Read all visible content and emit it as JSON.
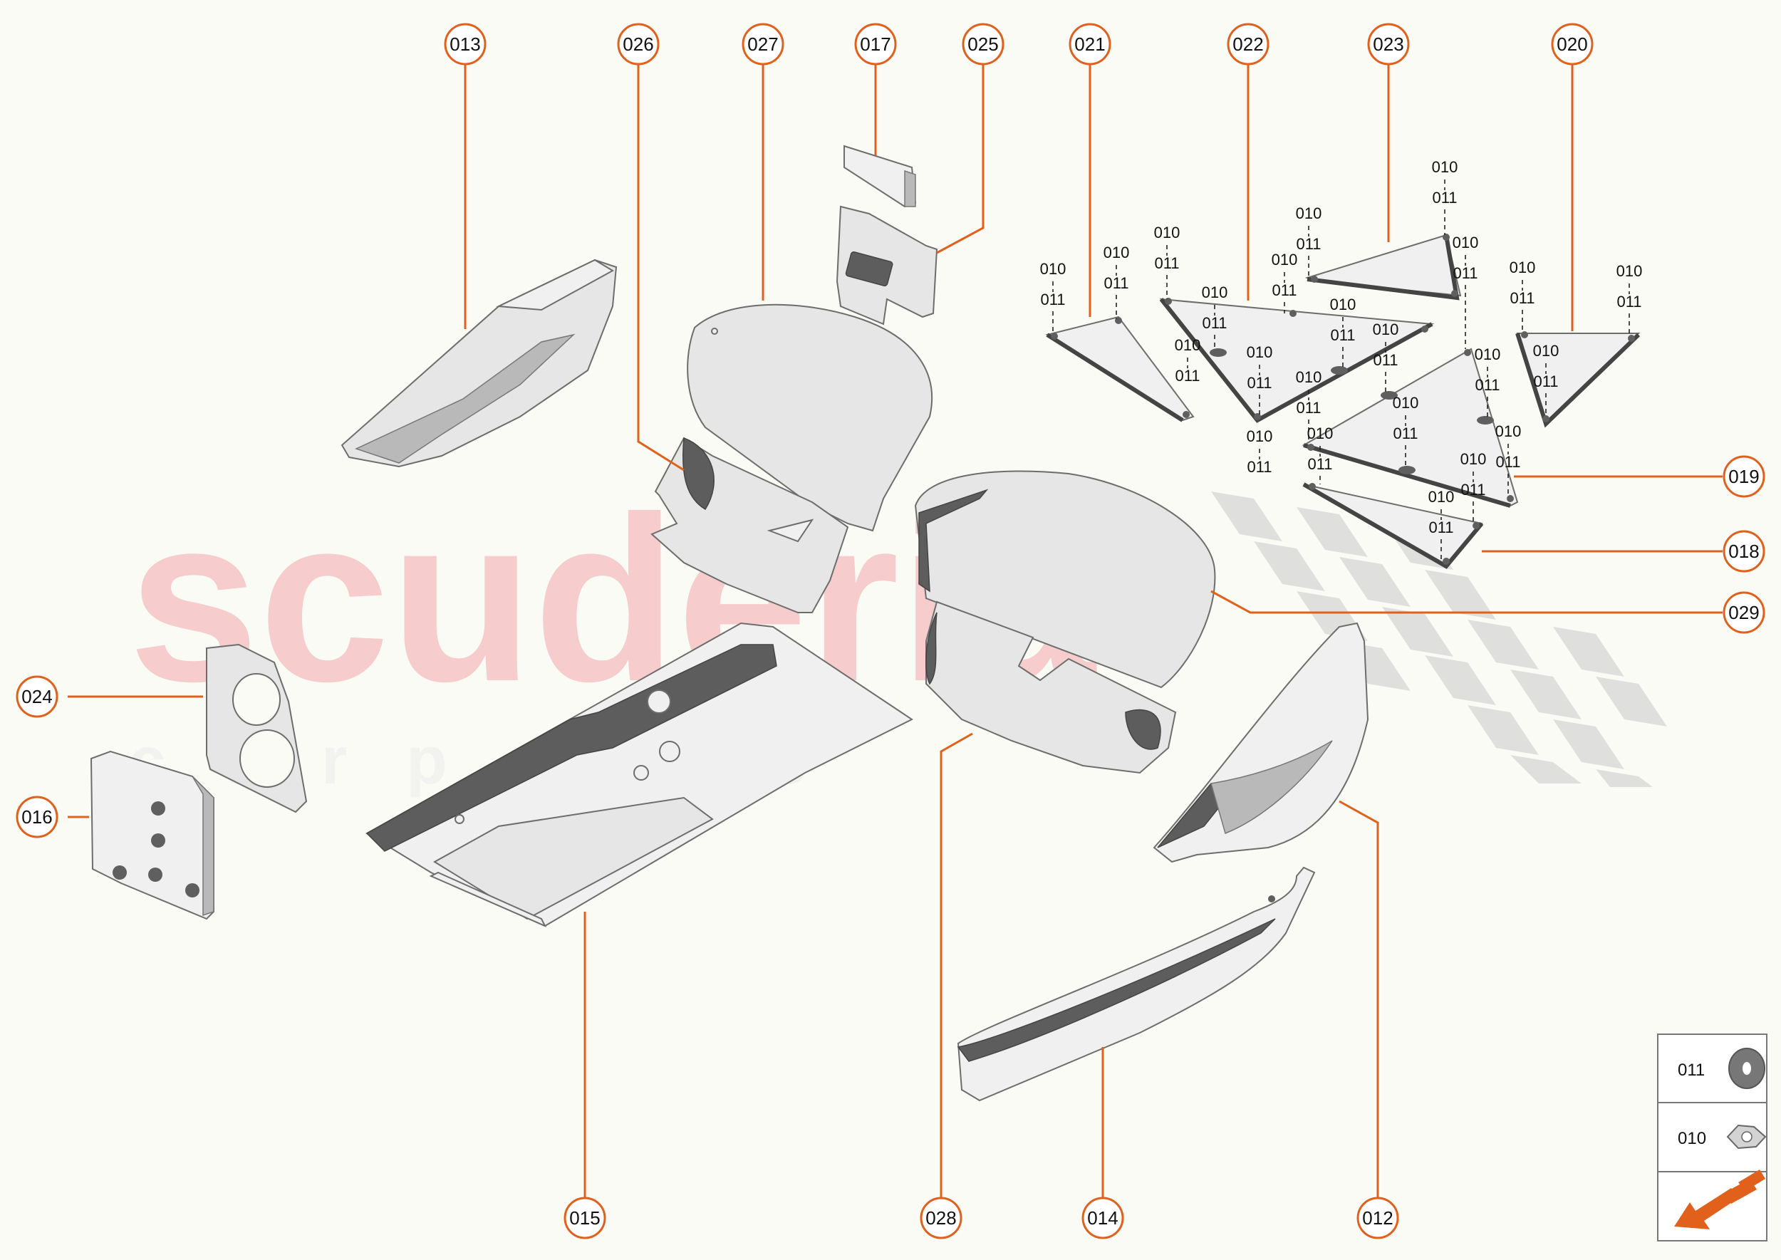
{
  "watermark": {
    "brand": "scuderia",
    "tagline": "c a r p a r t s",
    "color": "#f6c9c9",
    "flag_color": "#d6d6d6"
  },
  "accent_color": "#e0601c",
  "callouts": [
    "013",
    "026",
    "027",
    "017",
    "025",
    "021",
    "022",
    "023",
    "020",
    "024",
    "016",
    "019",
    "018",
    "029",
    "015",
    "028",
    "014",
    "012"
  ],
  "fastener_labels": {
    "nut": "010",
    "washer": "011"
  },
  "legend": {
    "items": [
      {
        "code": "011",
        "icon": "washer-icon"
      },
      {
        "code": "010",
        "icon": "clip-nut-icon"
      }
    ],
    "direction_icon": "front-direction-arrow-icon"
  }
}
